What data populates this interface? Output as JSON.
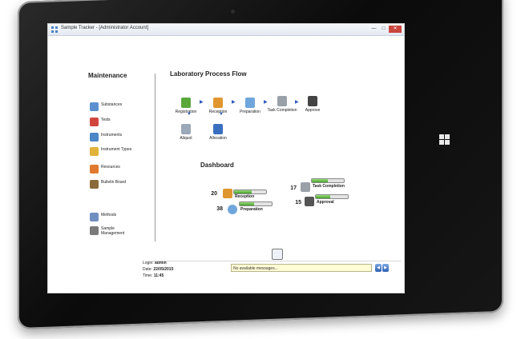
{
  "window": {
    "title": "Sample Tracker - [Administrator Account]",
    "controls": [
      "—",
      "□",
      "✕"
    ]
  },
  "sidebar": {
    "title": "Maintenance",
    "items": [
      {
        "label": "Substances",
        "icon": "substances-icon",
        "color": "#5b8fd0"
      },
      {
        "label": "Tests",
        "icon": "tests-icon",
        "color": "#d0463d"
      },
      {
        "label": "Instruments",
        "icon": "instruments-icon",
        "color": "#4a86c8"
      },
      {
        "label": "Instrument Types",
        "icon": "instrument-types-icon",
        "color": "#e0b23a"
      },
      {
        "label": "Resources",
        "icon": "resources-icon",
        "color": "#e07a2e"
      },
      {
        "label": "Bulletin Board",
        "icon": "bulletin-board-icon",
        "color": "#8a6a3a"
      },
      {
        "label": "Methods",
        "icon": "methods-icon",
        "color": "#6e8fc0"
      },
      {
        "label": "Sample Management",
        "icon": "sample-management-icon",
        "color": "#7a7a7a"
      }
    ]
  },
  "login": {
    "login_label": "Login:",
    "login_value": "admin",
    "date_label": "Date:",
    "date_value": "22/05/2015",
    "time_label": "Time:",
    "time_value": "11:45"
  },
  "flow": {
    "title": "Laboratory Process Flow",
    "nodes": [
      {
        "label": "Registration",
        "icon": "registration-icon",
        "color": "#5aa83a"
      },
      {
        "label": "Reception",
        "icon": "reception-icon",
        "color": "#e0962e"
      },
      {
        "label": "Preparation",
        "icon": "preparation-icon",
        "color": "#6fa6dc"
      },
      {
        "label": "Task Completion",
        "icon": "task-completion-icon",
        "color": "#9aa0a8"
      },
      {
        "label": "Approve",
        "icon": "approve-icon",
        "color": "#444444"
      },
      {
        "label": "Aliquot",
        "icon": "aliquot-icon",
        "color": "#9aa8b8"
      },
      {
        "label": "Allocation",
        "icon": "allocation-icon",
        "color": "#3a6fc0"
      }
    ]
  },
  "dashboard": {
    "title": "Dashboard",
    "items": [
      {
        "count": "20",
        "label": "Reception",
        "icon": "reception-icon",
        "progress": 0.55
      },
      {
        "count": "38",
        "label": "Preparation",
        "icon": "preparation-icon",
        "progress": 0.45
      },
      {
        "count": "17",
        "label": "Task Completion",
        "icon": "task-completion-icon",
        "progress": 0.5
      },
      {
        "count": "15",
        "label": "Approval",
        "icon": "approval-icon",
        "progress": 0.45
      }
    ]
  },
  "status": {
    "message": "No available messages..."
  },
  "colors": {
    "accent": "#2a55b8",
    "progress": "#43a12a",
    "message_bg": "#fffcd6"
  }
}
